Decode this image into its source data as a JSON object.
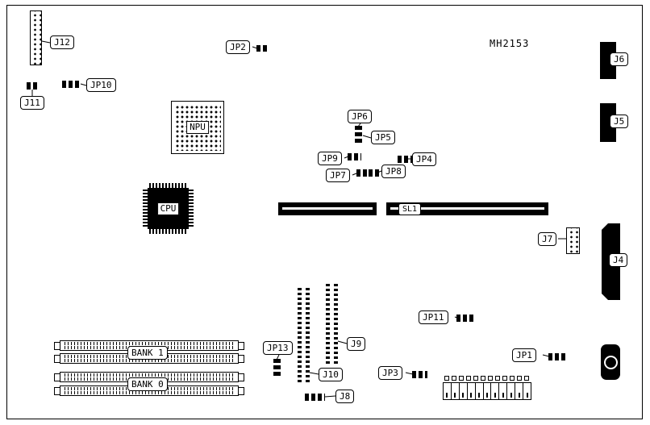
{
  "board": {
    "part_number": "MH2153",
    "chips": {
      "npu": "NPU",
      "cpu": "CPU"
    },
    "banks": {
      "bank1": "BANK 1",
      "bank0": "BANK 0"
    },
    "slot": {
      "sl1": "SL1"
    },
    "connectors": {
      "j4": "J4",
      "j5": "J5",
      "j6": "J6",
      "j7": "J7",
      "j8": "J8",
      "j9": "J9",
      "j10": "J10",
      "j11": "J11",
      "j12": "J12"
    },
    "jumpers": {
      "jp1": "JP1",
      "jp2": "JP2",
      "jp3": "JP3",
      "jp4": "JP4",
      "jp5": "JP5",
      "jp6": "JP6",
      "jp7": "JP7",
      "jp8": "JP8",
      "jp9": "JP9",
      "jp10": "JP10",
      "jp11": "JP11",
      "jp13": "JP13"
    }
  }
}
